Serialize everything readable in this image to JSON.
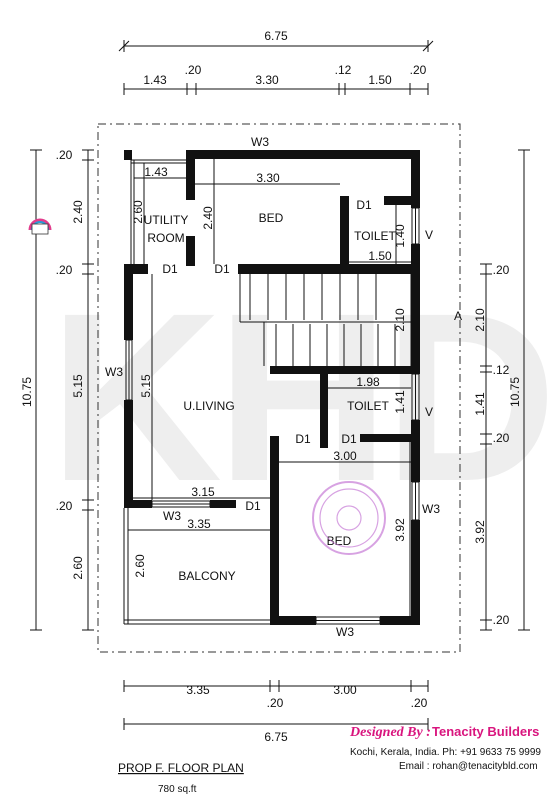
{
  "plan": {
    "title": "PROP F. FLOOR PLAN",
    "area": "780 sq.ft",
    "watermark": "KHD",
    "top_dims": {
      "overall": "6.75",
      "parts": [
        "1.43",
        ".20",
        "3.30",
        ".12",
        "1.50",
        ".20"
      ]
    },
    "bottom_dims": {
      "overall": "6.75",
      "parts": [
        "3.35",
        ".20",
        "3.00",
        ".20"
      ]
    },
    "left_dims": {
      "overall": "10.75",
      "parts": [
        ".20",
        "2.40",
        ".20",
        "5.15",
        ".20",
        "2.60"
      ]
    },
    "right_dims": {
      "overall": "10.75",
      "parts": [
        ".20",
        "2.10",
        "1.41",
        ".12",
        ".20",
        "3.92",
        ".20"
      ]
    },
    "rooms": {
      "utility_line1": "UTILITY",
      "utility_line2": "ROOM",
      "bed_top": "BED",
      "toilet_top": "TOILET",
      "living": "U.LIVING",
      "toilet_mid": "TOILET",
      "bed_bottom": "BED",
      "balcony": "BALCONY",
      "stair_mark": "A"
    },
    "inner_dims": {
      "utility_w": "1.43",
      "utility_h": "2.60",
      "bed_top_w": "3.30",
      "bed_top_h": "2.40",
      "toilet_top_h": "1.40",
      "toilet_top_w": "1.50",
      "stair_h": "2.10",
      "toilet_mid_w": "1.98",
      "toilet_mid_h": "1.41",
      "living_h": "5.15",
      "living_w": "3.15",
      "bed_bottom_w": "3.00",
      "bed_bottom_h": "3.92",
      "balcony_w": "3.35",
      "balcony_h": "2.60"
    },
    "openings": {
      "w3": "W3",
      "d1": "D1",
      "v": "V"
    }
  },
  "credits": {
    "designed_by": "Designed By :",
    "company": "Tenacity Builders",
    "address": "Kochi, Kerala, India.  Ph: +91 9633 75 9999",
    "email": "Email : rohan@tenacitybld.com"
  }
}
